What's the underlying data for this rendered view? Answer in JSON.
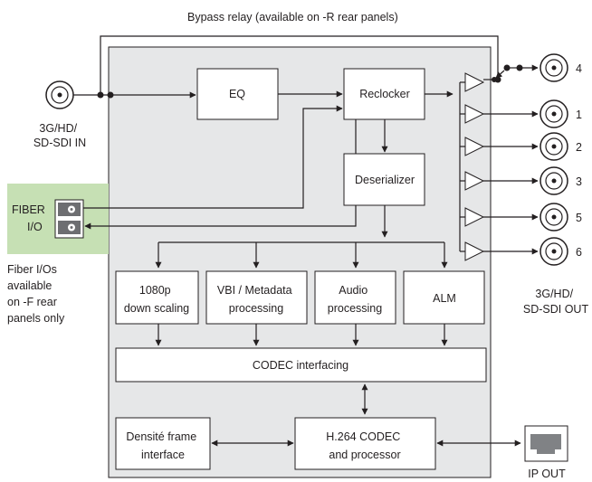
{
  "colors": {
    "card_fill": "#e6e7e8",
    "fiber_fill": "#c6e0b4",
    "stroke": "#231f20"
  },
  "labels": {
    "bypass_relay": "Bypass relay (available on -R rear panels)",
    "sdi_in": [
      "3G/HD/",
      "SD-SDI IN"
    ],
    "fiber": [
      "FIBER",
      "I/O"
    ],
    "fiber_note": [
      "Fiber I/Os",
      "available",
      "on -F rear",
      "panels only"
    ],
    "sdi_out": [
      "3G/HD/",
      "SD-SDI OUT"
    ],
    "ip_out": "IP OUT"
  },
  "blocks": {
    "eq": [
      "EQ"
    ],
    "reclocker": [
      "Reclocker"
    ],
    "deserializer": [
      "Deserializer"
    ],
    "down_scaling": [
      "1080p",
      "down scaling"
    ],
    "vbi_metadata": [
      "VBI / Metadata",
      "processing"
    ],
    "audio": [
      "Audio",
      "processing"
    ],
    "alm": [
      "ALM"
    ],
    "codec_interfacing": [
      "CODEC interfacing"
    ],
    "densite_frame": [
      "Densité frame",
      "interface"
    ],
    "h264_codec": [
      "H.264 CODEC",
      "and processor"
    ]
  },
  "outputs": [
    "4",
    "1",
    "2",
    "3",
    "5",
    "6"
  ],
  "icons": {
    "bnc_connector": "bnc-connector-icon",
    "fiber_port": "fiber-port-icon",
    "ethernet_port": "ethernet-port-icon",
    "driver": "output-driver-triangle-icon"
  }
}
